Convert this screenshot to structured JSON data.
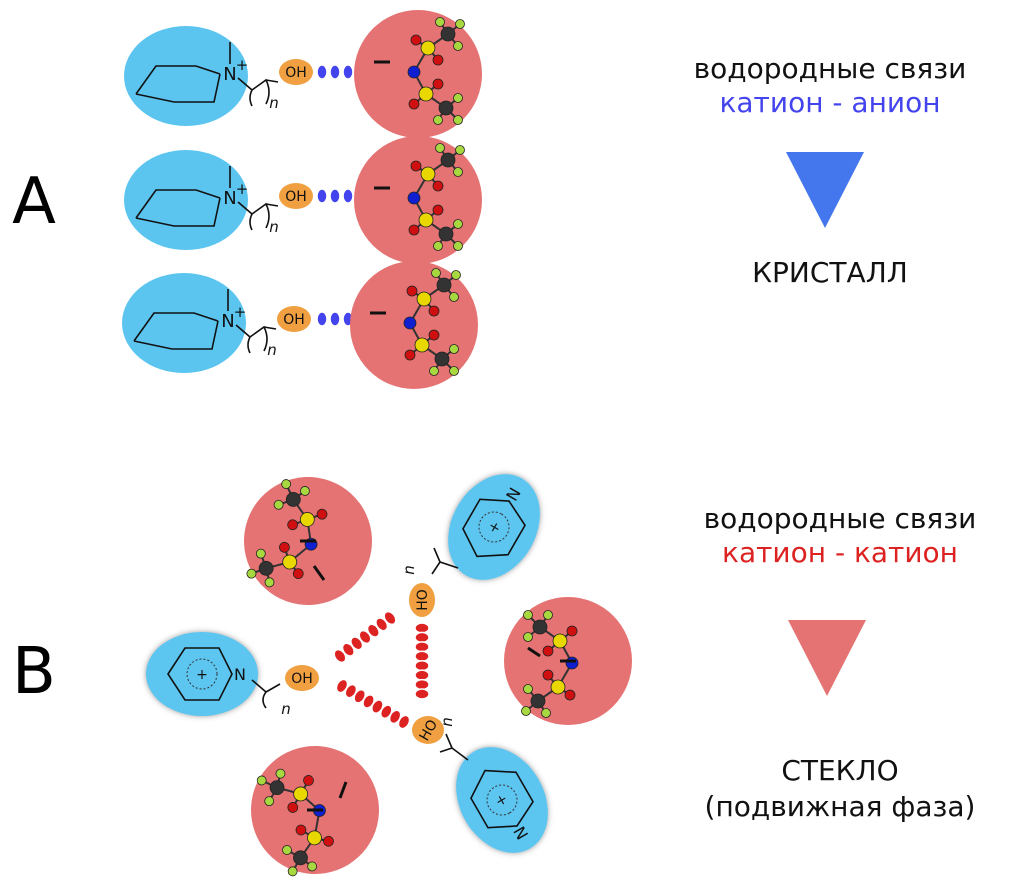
{
  "panel_a": {
    "label": "A",
    "bond_title": "водородные связи",
    "bond_type": "катион - анион",
    "bond_color": "#4444ee",
    "result": "КРИСТАЛЛ",
    "arrow_color": "#4477ee"
  },
  "panel_b": {
    "label": "B",
    "bond_title": "водородные связи",
    "bond_type": "катион - катион",
    "bond_color": "#dd2222",
    "result": "СТЕКЛО",
    "result_note": "(подвижная фаза)",
    "arrow_color": "#e57373"
  },
  "molecule": {
    "hydroxyl": "OH",
    "hydroxyl_flipped": "HO",
    "nitrogen": "N",
    "plus": "+",
    "minus": "–",
    "index_n": "n",
    "cation_color": "#5bc5f0",
    "anion_color": "#e57373",
    "hydroxyl_color": "#f0a040"
  }
}
